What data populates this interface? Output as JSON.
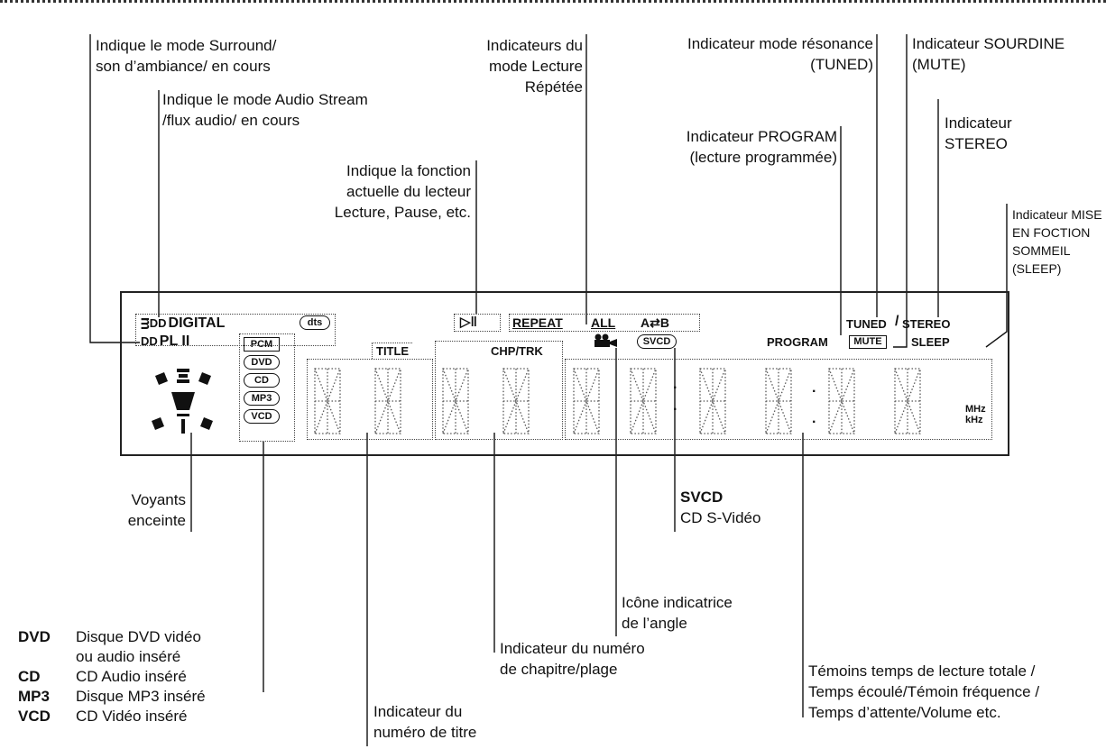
{
  "callouts": {
    "surround": [
      "Indique le mode Surround/",
      "son d’ambiance/ en cours"
    ],
    "audio_stream": [
      "Indique le mode Audio Stream",
      "/flux audio/ en cours"
    ],
    "repeat": [
      "Indicateurs du",
      "mode Lecture",
      "Répétée"
    ],
    "tuned": [
      "Indicateur mode résonance",
      "(TUNED)"
    ],
    "mute": [
      "Indicateur SOURDINE",
      "(MUTE)"
    ],
    "stereo": [
      "Indicateur",
      "STEREO"
    ],
    "program": [
      "Indicateur PROGRAM",
      "(lecture programmée)"
    ],
    "sleep": [
      "Indicateur MISE",
      "EN FOCTION",
      "SOMMEIL",
      "(SLEEP)"
    ],
    "function": [
      "Indique la fonction",
      "actuelle du lecteur",
      "Lecture, Pause, etc."
    ],
    "speakers": [
      "Voyants",
      "enceinte"
    ],
    "svcd_title": "SVCD",
    "svcd_desc": "CD S-Vidéo",
    "angle": [
      "Icône indicatrice",
      "de l’angle"
    ],
    "chapter": [
      "Indicateur du numéro",
      "de chapitre/plage"
    ],
    "title_num": [
      "Indicateur du",
      "numéro de titre"
    ],
    "time": [
      "Témoins temps de lecture totale /",
      "Temps écoulé/Témoin fréquence /",
      "Temps d’attente/Volume etc."
    ]
  },
  "legend": [
    {
      "key": "DVD",
      "lines": [
        "Disque  DVD  vidéo",
        "ou audio inséré"
      ]
    },
    {
      "key": "CD",
      "lines": [
        "CD Audio inséré"
      ]
    },
    {
      "key": "MP3",
      "lines": [
        "Disque MP3 inséré"
      ]
    },
    {
      "key": "VCD",
      "lines": [
        "CD Vidéo inséré"
      ]
    }
  ],
  "display": {
    "dolby_digital": "DIGITAL",
    "dolby_pl": "PL II",
    "dts": "dts",
    "pcm": "PCM",
    "discs": [
      "DVD",
      "CD",
      "MP3",
      "VCD"
    ],
    "title_label": "TITLE",
    "chp_label": "CHP/TRK",
    "repeat": "REPEAT",
    "all": "ALL",
    "ab_a": "A",
    "ab_b": "B",
    "svcd": "SVCD",
    "tuned": "TUNED",
    "stereo": "STEREO",
    "program": "PROGRAM",
    "mute": "MUTE",
    "sleep": "SLEEP",
    "mhz": "MHz",
    "khz": "kHz"
  }
}
